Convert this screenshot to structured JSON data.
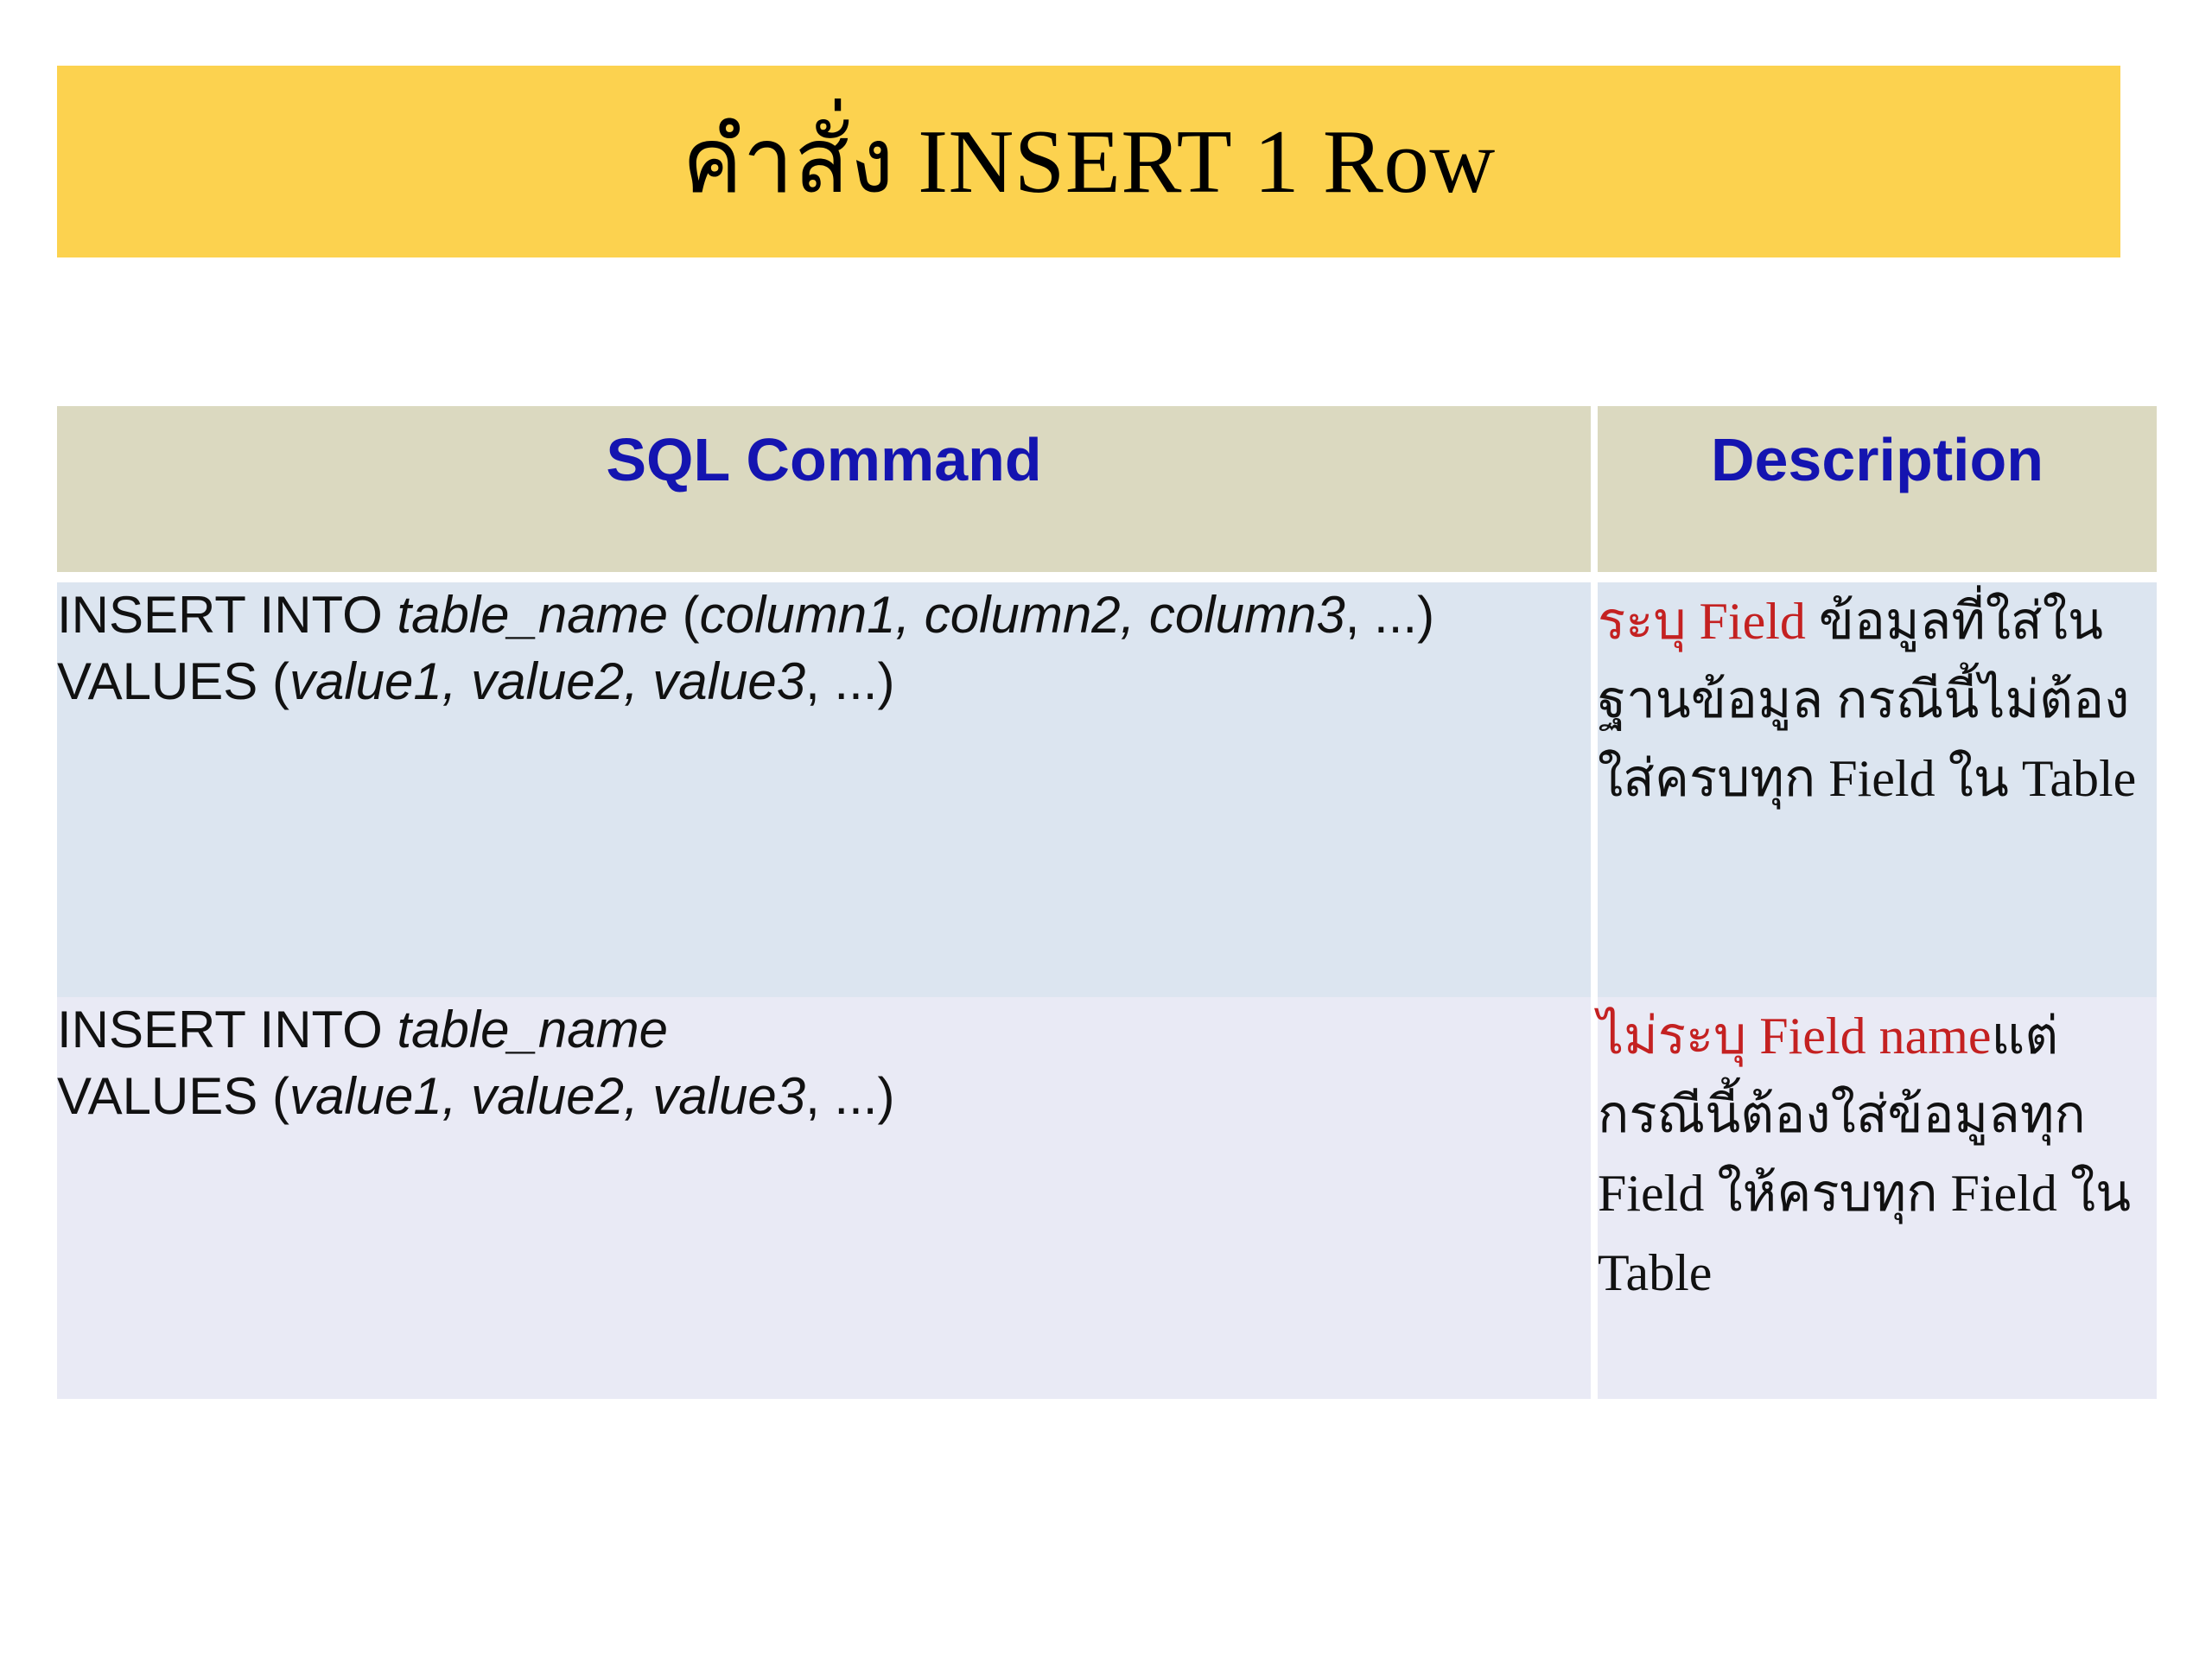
{
  "slide": {
    "title": "คำสั่ง INSERT 1 Row",
    "banner_color": "#fcd24f",
    "background_color": "#ffffff"
  },
  "table": {
    "header": {
      "sql_command": "SQL Command",
      "description": "Description",
      "header_bg": "#dbd9c0",
      "header_text_color": "#1414b0"
    },
    "rows": [
      {
        "row_bg": "#dce5f0",
        "command": {
          "line1": {
            "prefix": "INSERT  INTO ",
            "table_name": "table_name",
            "open_paren": " (",
            "columns": "column1, column2, column3",
            "tail": ", ...)"
          },
          "line2": {
            "prefix": "VALUES (",
            "values": "value1, value2, value3",
            "tail": ", ...)"
          }
        },
        "description": {
          "highlight": "ระบุ Field",
          "highlight_color": "#c42121",
          "rest": " ข้อมูลที่ใส่ในฐานข้อมูล กรณีนี้ไม่ต้องใส่ครบทุก Field  ใน Table"
        }
      },
      {
        "row_bg": "#e9eaf5",
        "command": {
          "line1": {
            "prefix": "INSERT INTO ",
            "table_name": "table_name",
            "open_paren": "",
            "columns": "",
            "tail": ""
          },
          "line2": {
            "prefix": "VALUES (",
            "values": "value1, value2, value3",
            "tail": ", ...)"
          }
        },
        "description": {
          "highlight": "ไม่ระบุ Field name",
          "highlight_color": "#c42121",
          "rest": "แต่กรณีนี้ต้องใส่ข้อมูลทุก Field ให้ครบทุก Field ใน Table"
        }
      }
    ]
  }
}
